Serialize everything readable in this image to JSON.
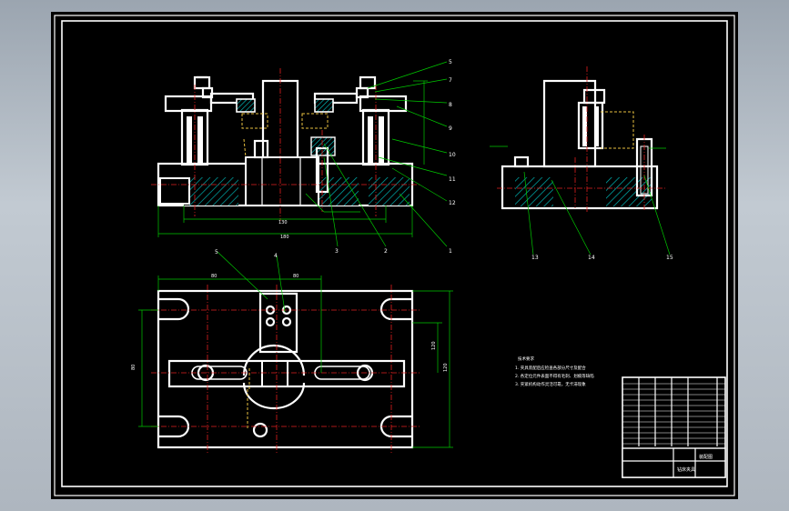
{
  "drawing": {
    "balloons_front": [
      "5",
      "7",
      "8",
      "9",
      "10",
      "11",
      "12",
      "1",
      "2",
      "3"
    ],
    "balloons_side": [
      "13",
      "14",
      "15"
    ],
    "balloons_top": [
      "5",
      "4"
    ],
    "dims_front": [
      "130",
      "180"
    ],
    "dims_top": [
      "80",
      "80",
      "80",
      "120",
      "120"
    ],
    "notes_title": "技术要求",
    "notes_lines": [
      "1. 夹具装配后应检查各部分尺寸及配合",
      "2. 各定位元件表面不得有毛刺、划痕等缺陷",
      "3. 夹紧机构动作灵活可靠，无卡滞现象"
    ],
    "title_block": {
      "name": "钻床夹具",
      "drawing_no": "装配图"
    }
  },
  "colors": {
    "sheet": "#000000",
    "line": "#ffffff",
    "center": "#e02020",
    "dim": "#00c800",
    "hidden": "#e8c040",
    "hatch": "#00b0b0"
  }
}
